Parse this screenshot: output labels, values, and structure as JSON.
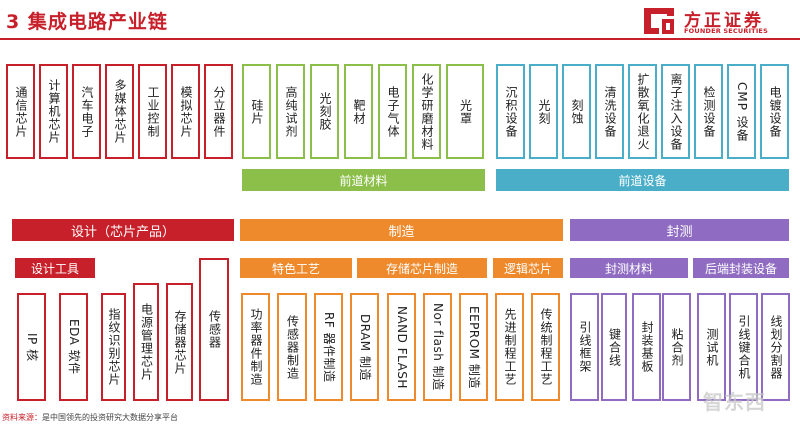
{
  "title": "3 集成电路产业链",
  "logo": {
    "name_cn": "方正证券",
    "name_en": "FOUNDER SECURITIES"
  },
  "colors": {
    "red": "#c8202a",
    "green": "#8cbf4a",
    "teal": "#4aaec8",
    "orange": "#ef8a2c",
    "purple": "#8f6cc2"
  },
  "top": {
    "design_apps": [
      "通信芯片",
      "计算机芯片",
      "汽车电子",
      "多媒体芯片",
      "工业控制",
      "模拟芯片",
      "分立器件"
    ],
    "materials": [
      "硅片",
      "高纯试剂",
      "光刻胶",
      "靶材",
      "电子气体",
      "化学研磨材料",
      "光罩"
    ],
    "materials_label": "前道材料",
    "equipment": [
      "沉积设备",
      "光刻",
      "刻蚀",
      "清洗设备",
      "扩散氧化退火",
      "离子注入设备",
      "检测设备",
      "CMP 设备",
      "电镀设备"
    ],
    "equipment_label": "前道设备"
  },
  "middle": {
    "design": "设计（芯片产品）",
    "manufacturing": "制造",
    "packaging": "封测"
  },
  "bottom": {
    "design_tools_label": "设计工具",
    "design_tools": [
      "IP 核",
      "EDA 软件",
      "指纹识别芯片",
      "电源管理芯片",
      "存储器芯片",
      "传感器"
    ],
    "special_label": "特色工艺",
    "special": [
      "功率器件制造",
      "传感器制造",
      "RF 器件制造"
    ],
    "memory_label": "存储芯片制造",
    "memory": [
      "DRAM 制造",
      "NAND FLASH",
      "Nor flash 制造",
      "EEPROM 制造"
    ],
    "logic_label": "逻辑芯片",
    "logic": [
      "先进制程工艺",
      "传统制程工艺"
    ],
    "pkg_materials_label": "封测材料",
    "pkg_materials": [
      "引线框架",
      "键合线",
      "封装基板",
      "粘合剂"
    ],
    "pkg_equipment_label": "后端封装设备",
    "pkg_equipment": [
      "测试机",
      "引线键合机",
      "线划分割器"
    ]
  },
  "source": {
    "tag": "资料来源：",
    "text": "是中国领先的投资研究大数据分享平台"
  },
  "watermark": "智东西"
}
